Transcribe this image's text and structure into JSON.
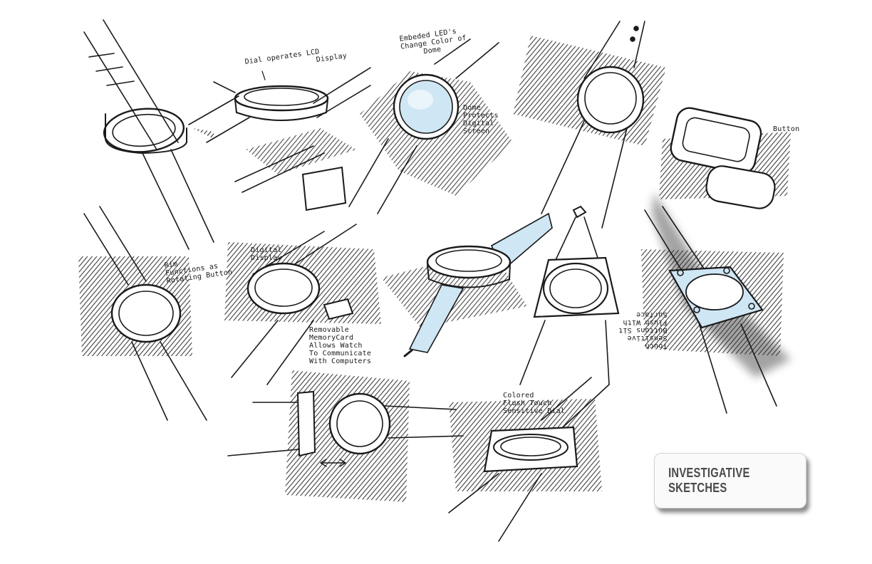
{
  "title": "INVESTIGATIVE SKETCHES",
  "annotations": {
    "dial_lcd": "Dial operates LCD\n                Display",
    "embedded_leds": "Embeded LED's\nChange Color of\n     Dome",
    "dome_protects": "Dome\nProtects\nDigital\nScreen",
    "button": "Button",
    "rim_button": "Rim\nFunctions as\nRotating Button",
    "digital_display": "Digital\nDisplay",
    "memory_card": "Removable\nMemoryCard\nAllows Watch\nTo Communicate\nWith Computers",
    "touch_buttons": "Touch\nSensitive\nButtons Sit\nFlush With\nSurface",
    "colored_dial": "Colored\nFlush Touch\nSensitive Dial"
  },
  "colors": {
    "ink": "#1a1a1a",
    "hatch": "#2a2a2a",
    "dome_blue": "#cfe6f4",
    "shadow_gray": "#9a9a9a"
  }
}
